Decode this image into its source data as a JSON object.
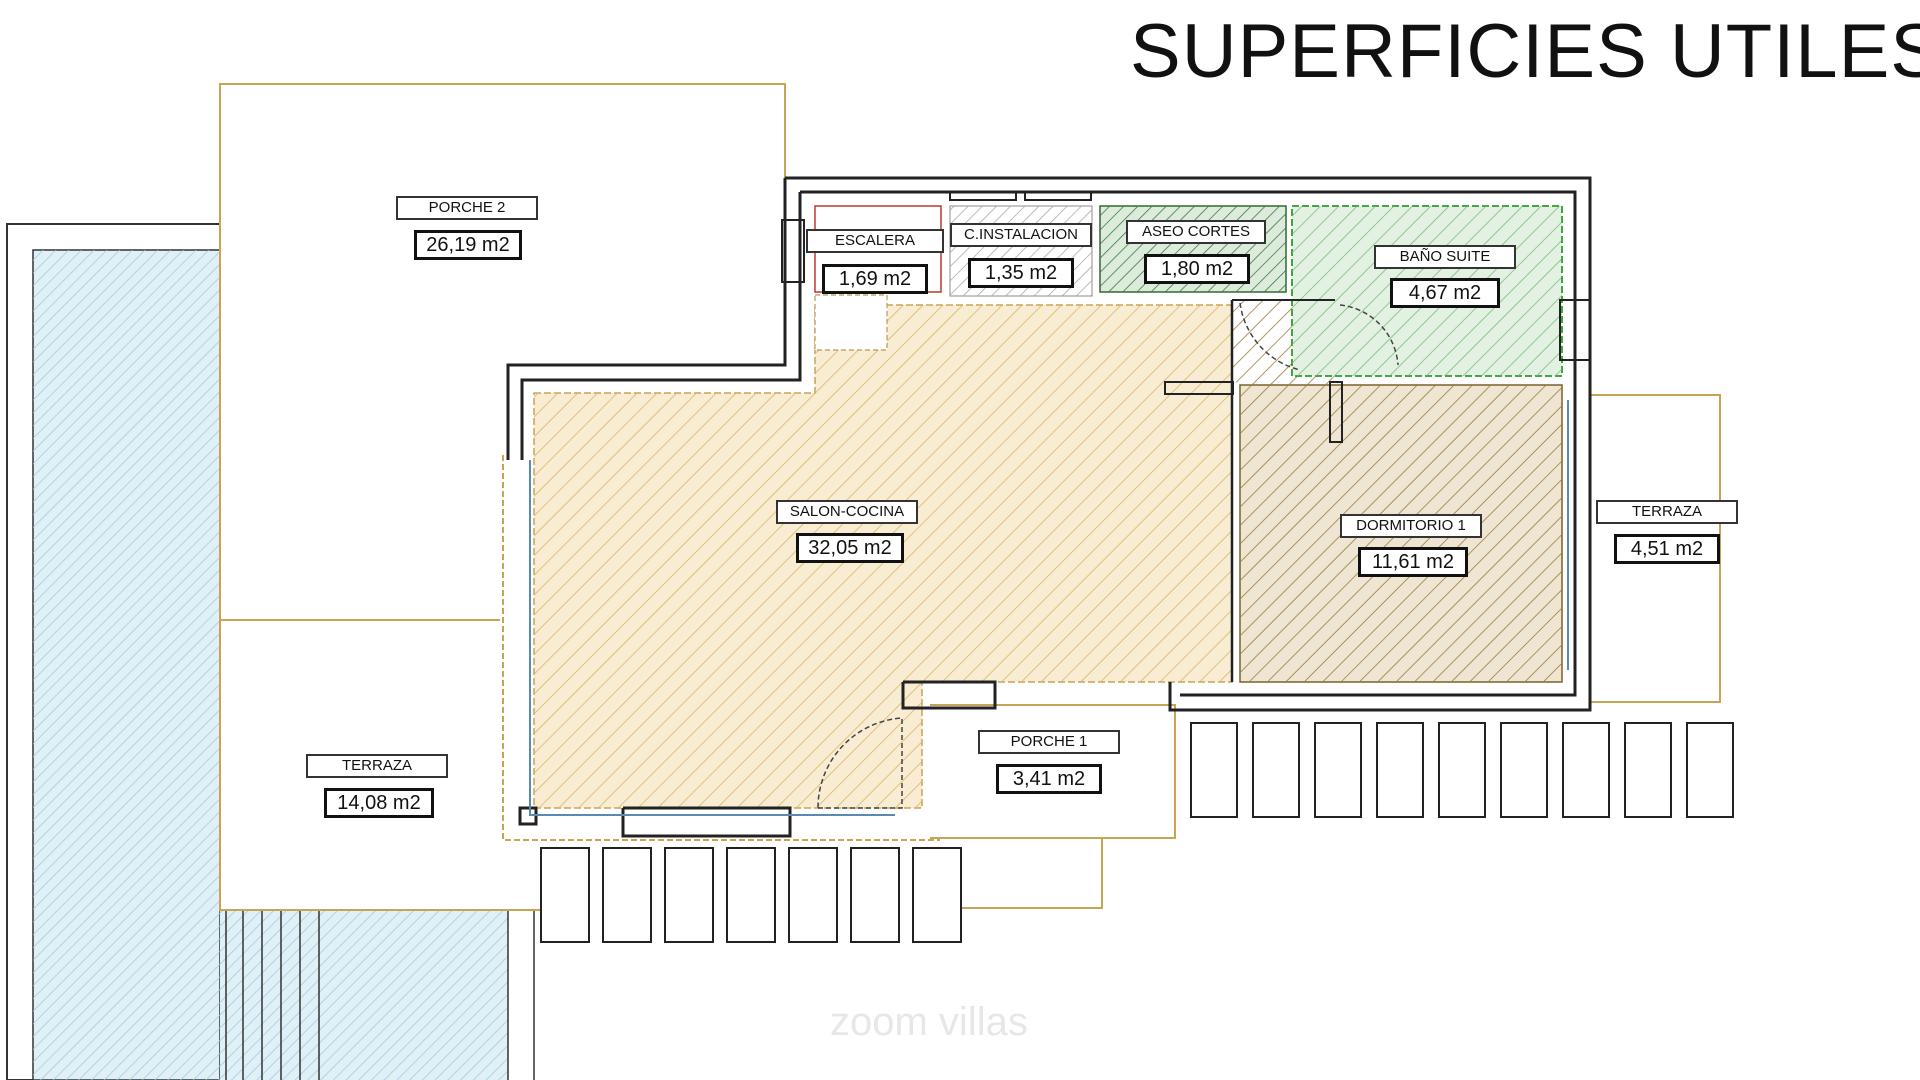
{
  "title": "SUPERFICIES UTILES",
  "watermark": "zoom villas",
  "colors": {
    "wall": "#222222",
    "outline": "#c8a455",
    "living_fill": "#f8ecd3",
    "living_hatch": "#dcb56a",
    "bedroom_fill": "#eee6d2",
    "bedroom_hatch": "#9a7c3e",
    "bath_fill": "#e2f1e2",
    "bath_hatch": "#6fb56f",
    "service_hatch": "#a0a0a0",
    "pool_fill": "#dff0f6",
    "pool_hatch": "#9cc8da"
  },
  "rooms": {
    "porche_2": {
      "name": "PORCHE 2",
      "area": "26,19 m2"
    },
    "escalera": {
      "name": "ESCALERA",
      "area": "1,69 m2"
    },
    "c_instalacion": {
      "name": "C.INSTALACION",
      "area": "1,35 m2"
    },
    "aseo_cortes": {
      "name": "ASEO CORTES",
      "area": "1,80 m2"
    },
    "bano_suite": {
      "name": "BAÑO SUITE",
      "area": "4,67 m2"
    },
    "salon_cocina": {
      "name": "SALON-COCINA",
      "area": "32,05 m2"
    },
    "dormitorio_1": {
      "name": "DORMITORIO 1",
      "area": "11,61 m2"
    },
    "terraza_east": {
      "name": "TERRAZA",
      "area": "4,51 m2"
    },
    "terraza_west": {
      "name": "TERRAZA",
      "area": "14,08 m2"
    },
    "porche_1": {
      "name": "PORCHE 1",
      "area": "3,41 m2"
    }
  }
}
